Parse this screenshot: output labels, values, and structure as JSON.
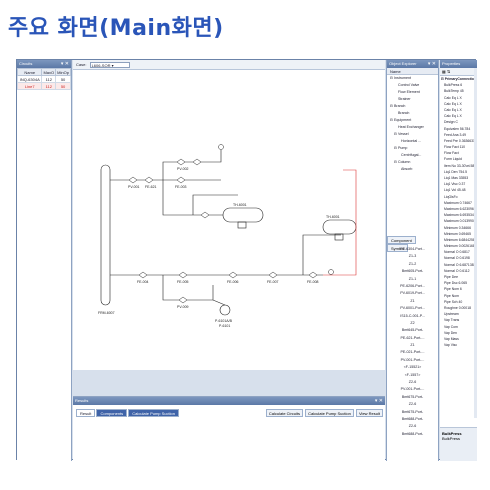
{
  "heading": "주요 화면(Main화면)",
  "circuits": {
    "title": "Circuits",
    "columns": [
      "Name",
      "MaxO",
      "MinOp"
    ],
    "rows": [
      {
        "name": "INQ-6304A",
        "max": "112",
        "min": "50"
      },
      {
        "name": "Line7",
        "max": "112",
        "min": "50"
      }
    ]
  },
  "toolbar": {
    "case_label": "Case:",
    "case_value": "L606-SOR"
  },
  "results": {
    "title": "Results",
    "tabs": [
      "Result",
      "Components",
      "Calculate Pump Suction"
    ],
    "actions": [
      "Calculate Circuits",
      "Calculate Pump Suction",
      "View Result"
    ]
  },
  "explorer": {
    "title": "Object Explorer",
    "tree_header": "Name",
    "tree": [
      "Instrument",
      "Control Valve",
      "Flow Element",
      "Strainer",
      "Branch",
      "Branch",
      "Equipment",
      "Heat Exchanger",
      "Vessel",
      "Horizontal ...",
      "Pump",
      "Centrifugal...",
      "Column",
      "Absorb"
    ],
    "comp_tabs": [
      "Component",
      "Symbol"
    ],
    "components": [
      "PE-6304-Port...",
      "Z1-3",
      "Z1-2",
      "Bmt605-Port-",
      "Z1-1",
      "PE-6206-Port...",
      "PV-6019-Port...",
      "Z1",
      "PV-6001-Port...",
      "IS15-C-001-P...",
      "Z2",
      "Bmt645-Port-",
      "PE-621-Port-...",
      "Z1",
      "PE-021-Port-...",
      "PV-001-Port-...",
      "<F-15521>",
      "<F-1557>",
      "Z2-6",
      "PV-001-Port-...",
      "Bmt675-Port-",
      "Z2-6",
      "Bmt675-Port-",
      "Bmt688-Port-",
      "Z2-6",
      "Bmt688-Port-"
    ]
  },
  "properties": {
    "title": "Properties",
    "category": "PrimaryConnection",
    "items": [
      "BulkPress 6",
      "BulkTemp 45",
      "Calc Eq L X",
      "Calc Eq L X",
      "Calc Eq L X",
      "Calc Eq L X",
      "Design C",
      "Equivalen 56.784",
      "Feed Ana 3.49",
      "Feed Pre 0.363663177",
      "Flow Fact 110",
      "Flow Fact",
      "Form Liquid",
      "Item Nu 33-30'wt.58",
      "Liq1 Den 754.5",
      "Liq1 Mas 33553",
      "Liq1 Visc 0.37",
      "Liq1 Vol 45.48",
      "LiqGlsFo",
      "Maximum 0.74667",
      "Maximum 6.623096",
      "Maximum 6.693534133",
      "Maximum 0.0139904211",
      "Minimum 0.34666",
      "Minimum 0.69465",
      "Minimum 6.684425823",
      "Minimum 0.00261689",
      "Normal O 0.6817",
      "Normal O 0.6198",
      "Normal O 6.68713833",
      "Normal O 0.6112",
      "Pipe Dee",
      "Pipe Dsc 6.065",
      "Pipe Nom 6",
      "Pipe Nom",
      "Pipe Sch 40",
      "Roughne 0.00018",
      "Upstream",
      "Vap Trans",
      "Vap Com",
      "Vap Den",
      "Vap Mass",
      "Vap Visc"
    ],
    "footer_title": "BulkPress",
    "footer_text": "BulkPress"
  },
  "diagram_labels": {
    "column": "FRM-6007",
    "vessel1": "TH-6001",
    "vessel2": "TH-6001",
    "pump": "P-6101A/B",
    "pump_sub": "P-6101",
    "tags": [
      "PV-001",
      "FE-621",
      "PV-002",
      "FE-003",
      "FE-004",
      "FE-005",
      "FE-006",
      "FE-007",
      "FE-008",
      "PV-009"
    ]
  }
}
